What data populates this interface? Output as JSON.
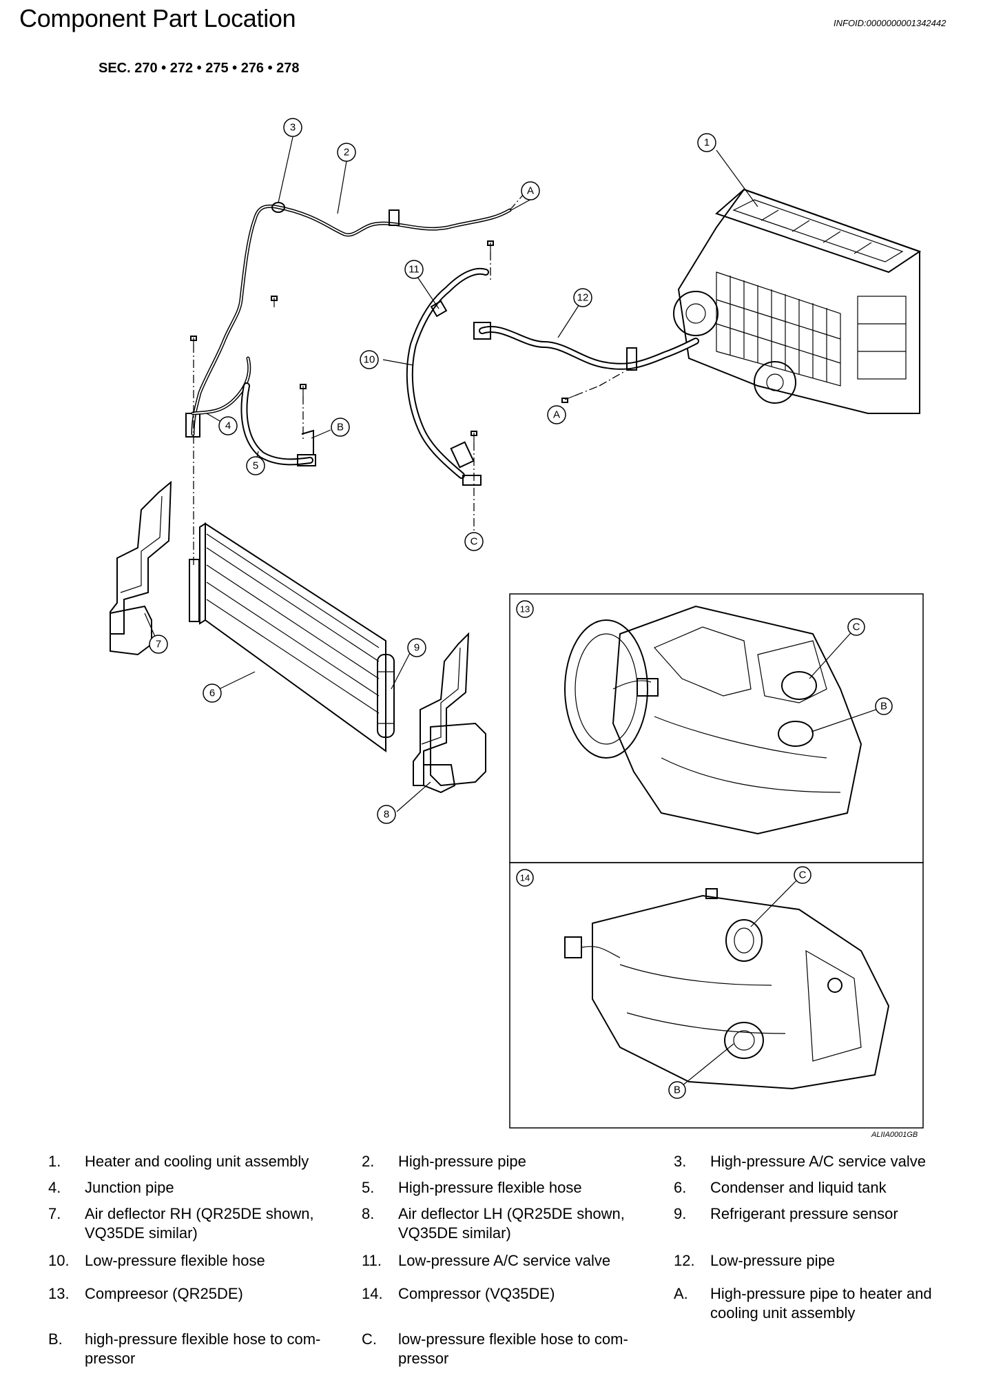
{
  "header": {
    "title": "Component Part Location",
    "infoid": "INFOID:0000000001342442",
    "sec": "SEC. 270 • 272 • 275 • 276 • 278"
  },
  "figure": {
    "callouts": {
      "c1": "1",
      "c2": "2",
      "c3": "3",
      "c4": "4",
      "c5": "5",
      "c6": "6",
      "c7": "7",
      "c8": "8",
      "c9": "9",
      "c10": "10",
      "c11": "11",
      "c12": "12",
      "cA1": "A",
      "cA2": "A",
      "cB1": "B",
      "cC1": "C"
    },
    "inset13": {
      "label": "13",
      "c": "C",
      "b": "B"
    },
    "inset14": {
      "label": "14",
      "c": "C",
      "b": "B"
    },
    "code": "ALIIA0001GB"
  },
  "legend": [
    {
      "num": "1.",
      "text": "Heater and cooling unit assembly"
    },
    {
      "num": "2.",
      "text": "High-pressure pipe"
    },
    {
      "num": "3.",
      "text": "High-pressure A/C service valve"
    },
    {
      "num": "4.",
      "text": "Junction pipe"
    },
    {
      "num": "5.",
      "text": "High-pressure flexible hose"
    },
    {
      "num": "6.",
      "text": "Condenser and liquid tank"
    },
    {
      "num": "7.",
      "text": "Air deflector RH (QR25DE shown, VQ35DE similar)"
    },
    {
      "num": "8.",
      "text": "Air deflector LH (QR25DE shown, VQ35DE similar)"
    },
    {
      "num": "9.",
      "text": "Refrigerant pressure sensor"
    },
    {
      "num": "10.",
      "text": "Low-pressure flexible hose"
    },
    {
      "num": "11.",
      "text": "Low-pressure A/C service valve"
    },
    {
      "num": "12.",
      "text": "Low-pressure pipe"
    },
    {
      "num": "13.",
      "text": "Compreesor (QR25DE)"
    },
    {
      "num": "14.",
      "text": "Compressor (VQ35DE)"
    },
    {
      "num": "A.",
      "text": "High-pressure pipe to heater and cooling unit assembly"
    },
    {
      "num": "B.",
      "text": "high-pressure flexible hose to com-pressor"
    },
    {
      "num": "C.",
      "text": "low-pressure flexible hose to com-pressor"
    }
  ]
}
